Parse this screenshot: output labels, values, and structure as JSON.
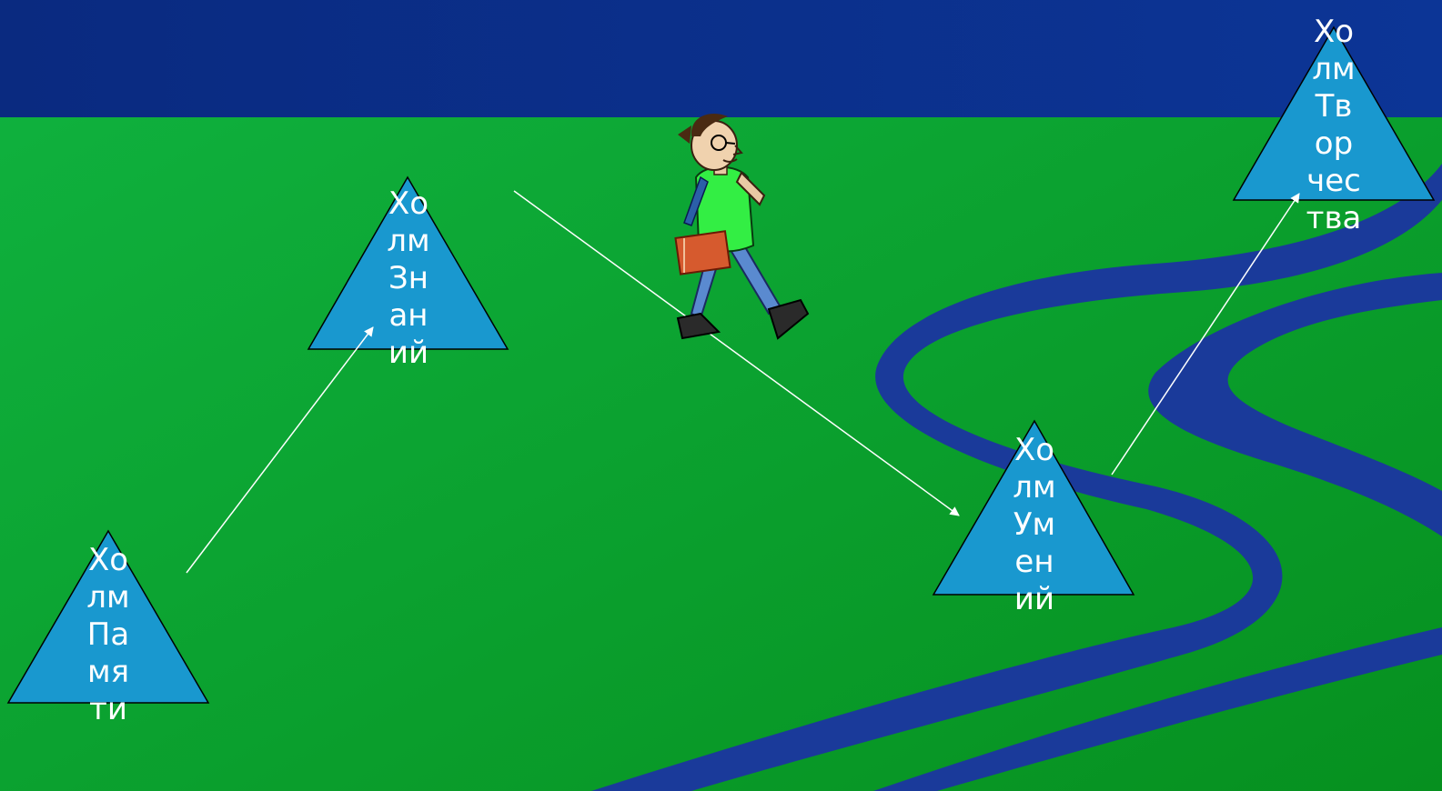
{
  "slide": {
    "header_color": "#0a2a85",
    "background_color": "#0a9a2e",
    "hill_color": "#1998cf",
    "river_color": "#1a3a9a"
  },
  "hills": {
    "znaniy": {
      "label": "Хо\nлм\nЗн\nан\nий"
    },
    "pamyati": {
      "label": "Хо\nлм\nПа\nмя\nти"
    },
    "umeniy": {
      "label": "Хо\nлм\nУм\nен\nий"
    },
    "tvorchestva": {
      "label": "Хо\nлм\nТв\nор\nчес\nтва"
    }
  },
  "icons": {
    "character": "walking-student-icon"
  }
}
